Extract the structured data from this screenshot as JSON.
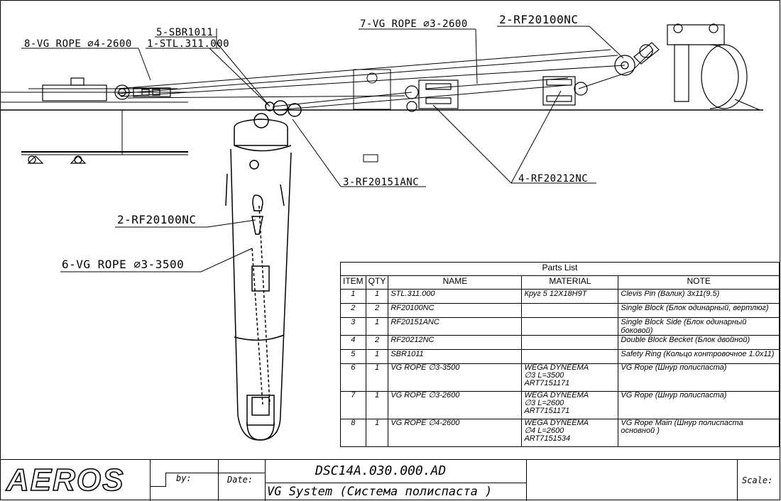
{
  "callouts": {
    "c8": "8-VG ROPE ∅4-2600",
    "c5": "5-SBR1011",
    "c1": "1-STL.311.000",
    "c7": "7-VG ROPE ∅3-2600",
    "c2top": "2-RF20100NC",
    "c3": "3-RF20151ANC",
    "c4": "4-RF20212NC",
    "c2left": "2-RF20100NC",
    "c6": "6-VG ROPE ∅3-3500"
  },
  "parts_list": {
    "title": "Parts List",
    "headers": [
      "ITEM",
      "QTY",
      "NAME",
      "MATERIAL",
      "NOTE"
    ],
    "rows": [
      {
        "item": "1",
        "qty": "1",
        "name": "STL.311.000",
        "material": [
          "Круг 5 12X18H9T"
        ],
        "note": [
          "Clevis Pin (Валик) 3x11(9.5)"
        ]
      },
      {
        "item": "2",
        "qty": "2",
        "name": "RF20100NC",
        "material": [],
        "note": [
          "Single Block (Блок одинарный, вертлюг)"
        ]
      },
      {
        "item": "3",
        "qty": "1",
        "name": "RF20151ANC",
        "material": [],
        "note": [
          "Single Block Side (Блок одинарный боковой)"
        ]
      },
      {
        "item": "4",
        "qty": "2",
        "name": "RF20212NC",
        "material": [],
        "note": [
          "Double Block Becket (Блок двойной)"
        ]
      },
      {
        "item": "5",
        "qty": "1",
        "name": "SBR1011",
        "material": [],
        "note": [
          "Safety Ring (Кольцо контровочное 1.0x11)"
        ]
      },
      {
        "item": "6",
        "qty": "1",
        "name": "VG ROPE ∅3-3500",
        "material": [
          "WEGA DYNEEMA",
          "∅3 L=3500",
          "ART7151171"
        ],
        "note": [
          "VG Rope (Шнур полиспаста)"
        ]
      },
      {
        "item": "7",
        "qty": "1",
        "name": "VG ROPE ∅3-2600",
        "material": [
          "WEGA DYNEEMA",
          "∅3 L=2600",
          "ART7151171"
        ],
        "note": [
          "VG Rope (Шнур полиспаста)"
        ]
      },
      {
        "item": "8",
        "qty": "1",
        "name": "VG ROPE ∅4-2600",
        "material": [
          "WEGA DYNEEMA",
          "∅4 L=2600",
          "ART7151534"
        ],
        "note": [
          "VG Rope Main (Шнур полиспаста",
          "основной )"
        ]
      }
    ]
  },
  "title_block": {
    "logo": "AEROS",
    "by_label": "by:",
    "date_label": "Date:",
    "drawing_number": "DSC14A.030.000.AD",
    "drawing_title": "VG System (Система полиспаста )",
    "scale_label": "Scale:"
  }
}
